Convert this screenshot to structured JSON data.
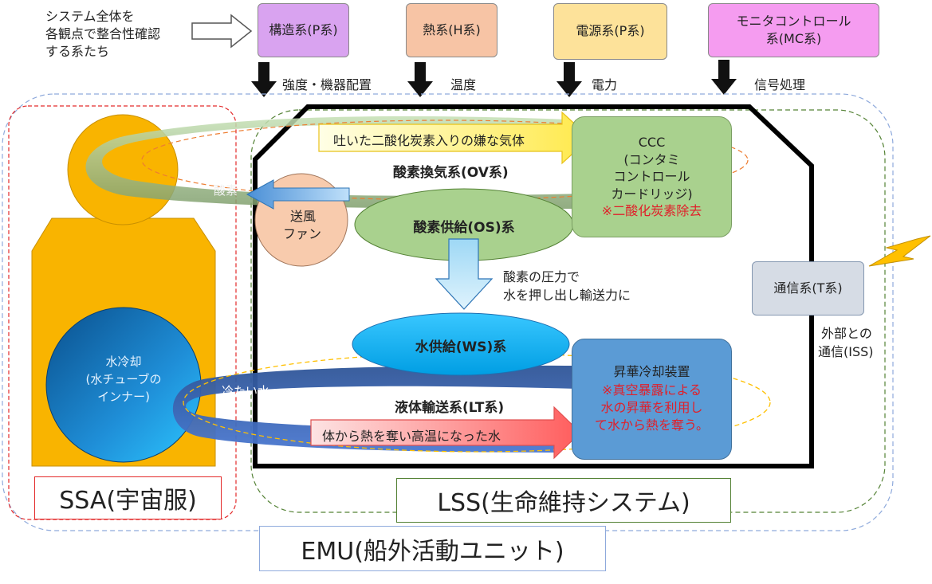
{
  "intro": {
    "line1": "システム全体を",
    "line2": "各観点で整合性確認",
    "line3": "する系たち"
  },
  "top_systems": [
    {
      "label": "構造系(P系)",
      "color": "#d9a3f0",
      "flow": "強度・機器配置"
    },
    {
      "label": "熱系(H系)",
      "color": "#f7c4a5",
      "flow": "温度"
    },
    {
      "label": "電源系(P系)",
      "color": "#fde29a",
      "flow": "電力"
    },
    {
      "label_line1": "モニタコントロール",
      "label_line2": "系(MC系)",
      "color": "#f59cf0",
      "flow": "信号処理"
    }
  ],
  "suit": {
    "cooling_line1": "水冷却",
    "cooling_line2": "(水チューブの",
    "cooling_line3": "インナー)"
  },
  "oxygen_loop": {
    "exhale_label": "吐いた二酸化炭素入りの嫌な気体",
    "system_label": "酸素換気系(OV系)",
    "return_label": "酸素"
  },
  "fan": {
    "line1": "送風",
    "line2": "ファン"
  },
  "ccc": {
    "line1": "CCC",
    "line2": "(コンタミ",
    "line3": "コントロール",
    "line4": "カードリッジ)",
    "note": "※二酸化炭素除去"
  },
  "oxygen_supply": {
    "label": "酸素供給(OS)系"
  },
  "pressure_note": {
    "line1": "酸素の圧力で",
    "line2": "水を押し出し輸送力に"
  },
  "water_supply": {
    "label": "水供給(WS)系"
  },
  "liquid_loop": {
    "cold_label": "冷たい水",
    "system_label": "液体輸送系(LT系)",
    "hot_label": "体から熱を奪い高温になった水"
  },
  "sublimator": {
    "title": "昇華冷却装置",
    "note1": "※真空暴露による",
    "note2": "水の昇華を利用し",
    "note3": "て水から熱を奪う。"
  },
  "comm": {
    "label": "通信系(T系)",
    "external_line1": "外部との",
    "external_line2": "通信(ISS)"
  },
  "frames": {
    "ssa": "SSA(宇宙服)",
    "lss": "LSS(生命維持システム)",
    "emu": "EMU(船外活動ユニット)"
  },
  "colors": {
    "suit_orange": "#f9b400",
    "cooling_blue": "#1f6fb0",
    "water_cyan": "#00aef0",
    "oxygen_green": "#a9d18e",
    "sublimator_blue": "#5b9bd5",
    "comm_gray": "#d6dce5",
    "fan_peach": "#f8cbad"
  }
}
